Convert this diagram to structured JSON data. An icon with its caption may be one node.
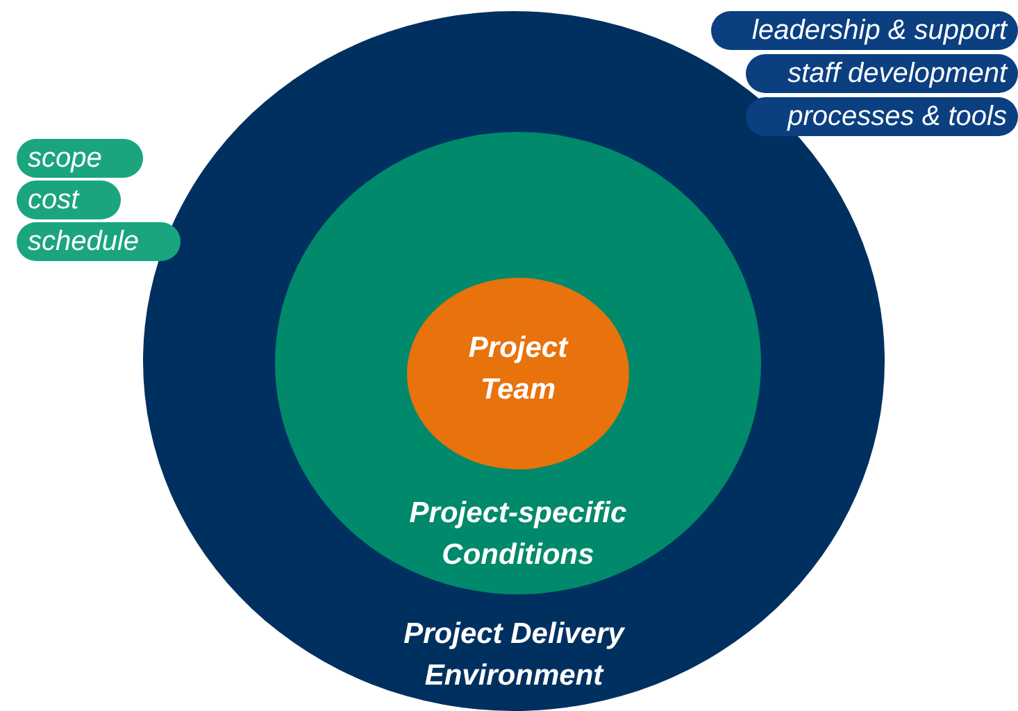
{
  "diagram": {
    "nodes": [
      {
        "text": [
          "Project Delivery Environment"
        ]
      },
      {
        "text": [
          "Project-specific Conditions"
        ],
        "in": 0
      },
      {
        "text": [
          "Project Team"
        ],
        "in": 1
      },
      {
        "text": [
          "leadership & support"
        ]
      },
      {
        "text": [
          "staff development"
        ]
      },
      {
        "text": [
          "processes & tools"
        ]
      },
      {
        "text": [
          "scope"
        ]
      },
      {
        "text": [
          "cost"
        ]
      },
      {
        "text": [
          "schedule"
        ]
      }
    ]
  }
}
